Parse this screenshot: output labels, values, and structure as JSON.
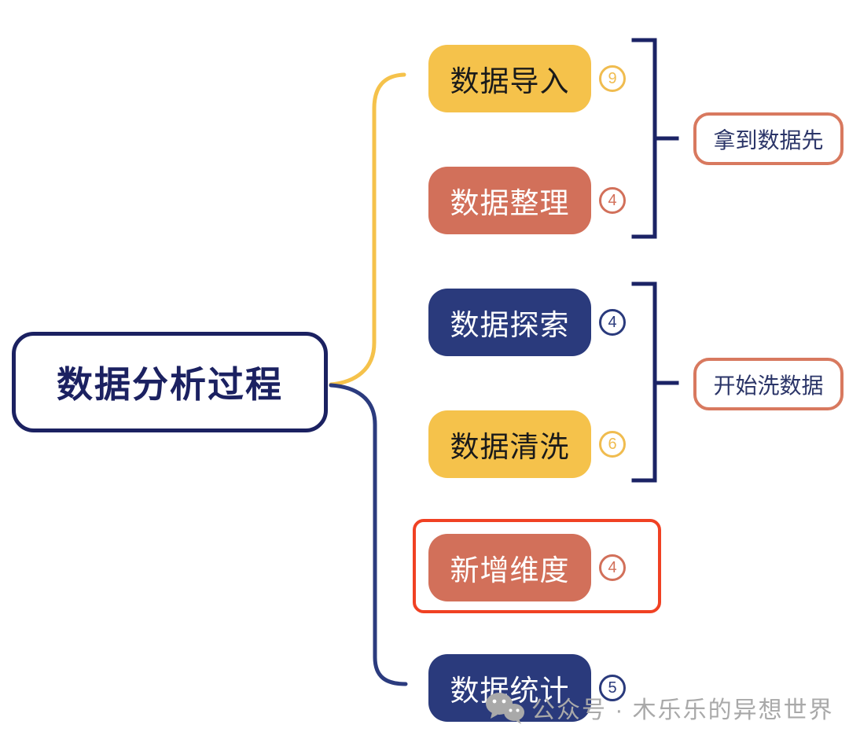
{
  "central": {
    "label": "数据分析过程"
  },
  "branches": [
    {
      "label": "数据导入",
      "badge": "9",
      "color": "#F5C24B",
      "text_color": "#1A1A1A",
      "highlighted": false
    },
    {
      "label": "数据整理",
      "badge": "4",
      "color": "#D2705A",
      "text_color": "#FFFFFF",
      "highlighted": false
    },
    {
      "label": "数据探索",
      "badge": "4",
      "color": "#2A3A7C",
      "text_color": "#FFFFFF",
      "highlighted": false
    },
    {
      "label": "数据清洗",
      "badge": "6",
      "color": "#F5C24B",
      "text_color": "#1A1A1A",
      "highlighted": false
    },
    {
      "label": "新增维度",
      "badge": "4",
      "color": "#D2705A",
      "text_color": "#FFFFFF",
      "highlighted": true
    },
    {
      "label": "数据统计",
      "badge": "5",
      "color": "#2A3A7C",
      "text_color": "#FFFFFF",
      "highlighted": false
    }
  ],
  "callouts": [
    {
      "label": "拿到数据先"
    },
    {
      "label": "开始洗数据"
    }
  ],
  "watermark": {
    "text": "公众号 · 木乐乐的异想世界"
  },
  "colors": {
    "branch_yellow": "#F5C24B",
    "branch_salmon": "#D2705A",
    "branch_navy": "#2A3A7C",
    "central_outline": "#1B2161",
    "connector_yellow": "#F5C24B",
    "connector_navy": "#2B3B7E",
    "bracket_navy": "#1B2365",
    "highlight_red": "#F04123",
    "callout_border": "#D8795F",
    "callout_text": "#2B3568",
    "watermark_gray": "#A9A9A9"
  }
}
